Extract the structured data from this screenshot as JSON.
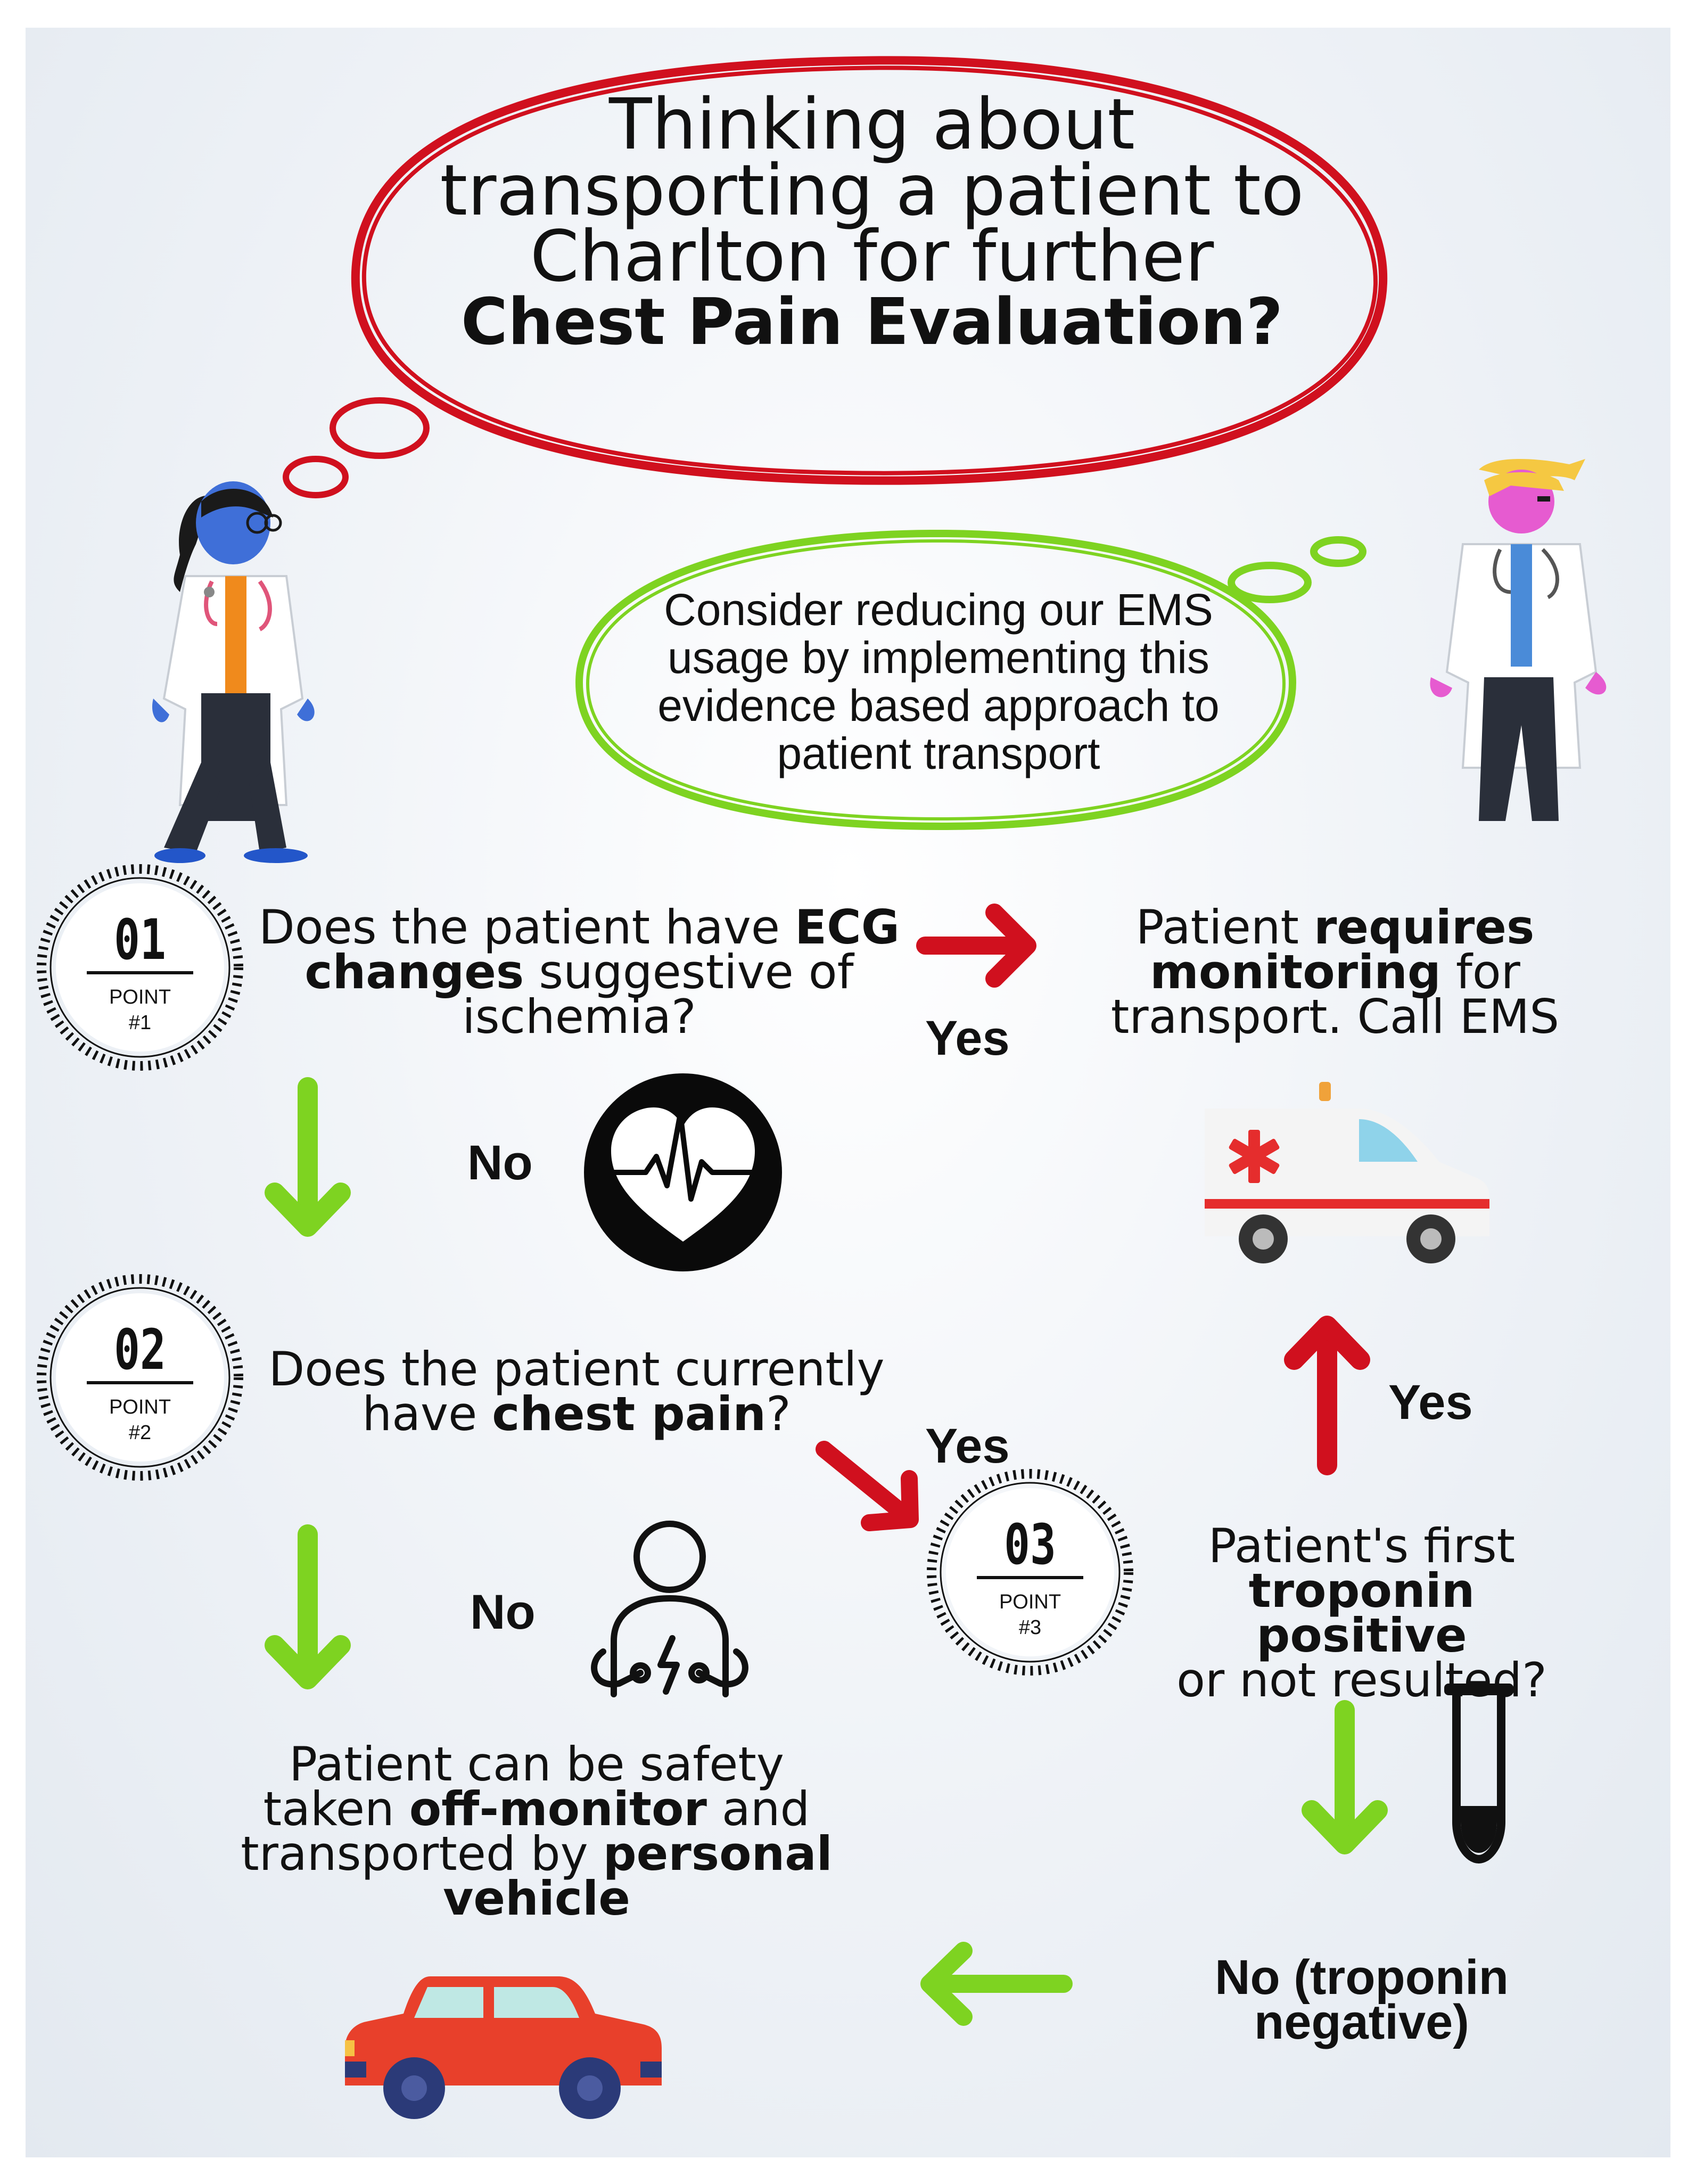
{
  "title": {
    "line1": "Thinking about",
    "line2": "transporting a patient to",
    "line3": "Charlton for further",
    "line4": "Chest Pain Evaluation?"
  },
  "consider": {
    "line1": "Consider reducing our EMS",
    "line2": "usage by implementing this",
    "line3": "evidence based approach to",
    "line4": "patient transport"
  },
  "points": [
    {
      "number": "01",
      "label": "POINT",
      "tag": "#1"
    },
    {
      "number": "02",
      "label": "POINT",
      "tag": "#2"
    },
    {
      "number": "03",
      "label": "POINT",
      "tag": "#3"
    }
  ],
  "q1": {
    "a": "Does the patient have ",
    "b": "ECG",
    "c": "changes",
    "d": " suggestive of",
    "e": "ischemia?"
  },
  "q2": {
    "a": "Does the patient currently",
    "b": "have ",
    "c": "chest pain",
    "d": "?"
  },
  "q3": {
    "a": "Patient's first",
    "b": "troponin positive",
    "c": "or not resulted?"
  },
  "ems": {
    "a": "Patient ",
    "b": "requires",
    "c": "monitoring",
    "d": " for",
    "e": "transport. Call EMS"
  },
  "personal": {
    "a": "Patient can be safety",
    "b": "taken ",
    "c": "off-monitor",
    "d": " and",
    "e": "transported by ",
    "f": "personal",
    "g": "vehicle"
  },
  "labels": {
    "yes1": "Yes",
    "no1": "No",
    "no2": "No",
    "yes2": "Yes",
    "yes3": "Yes",
    "no3a": "No (troponin",
    "no3b": "negative)"
  },
  "colors": {
    "red": "#d0101e",
    "green": "#7ed321",
    "badge": "#111111"
  }
}
